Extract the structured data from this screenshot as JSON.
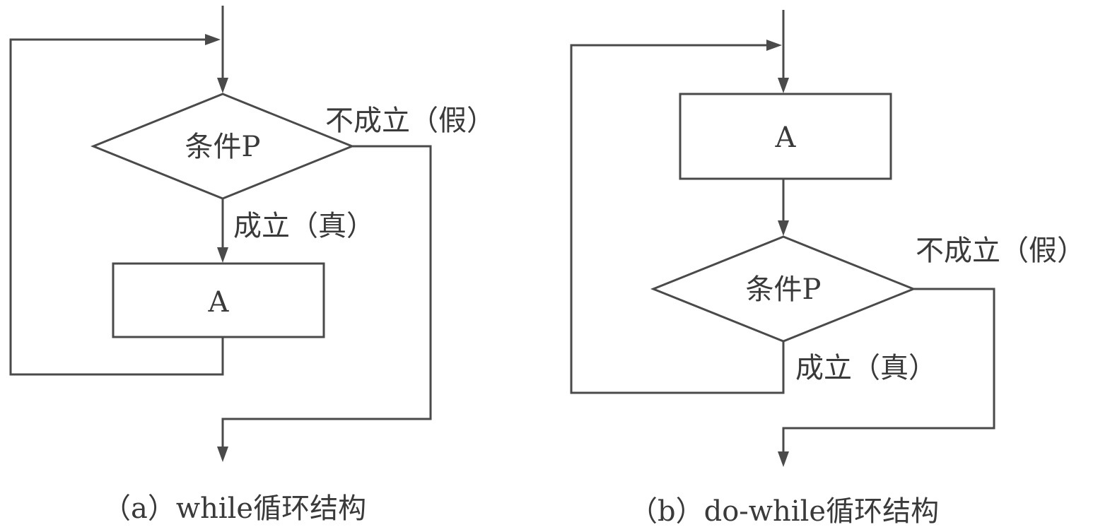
{
  "diagram_a": {
    "condition": "条件P",
    "action": "A",
    "true_label": "成立（真）",
    "false_label": "不成立（假）",
    "caption": "（a）while循环结构"
  },
  "diagram_b": {
    "condition": "条件P",
    "action": "A",
    "true_label": "成立（真）",
    "false_label": "不成立（假）",
    "caption": "（b）do-while循环结构"
  }
}
